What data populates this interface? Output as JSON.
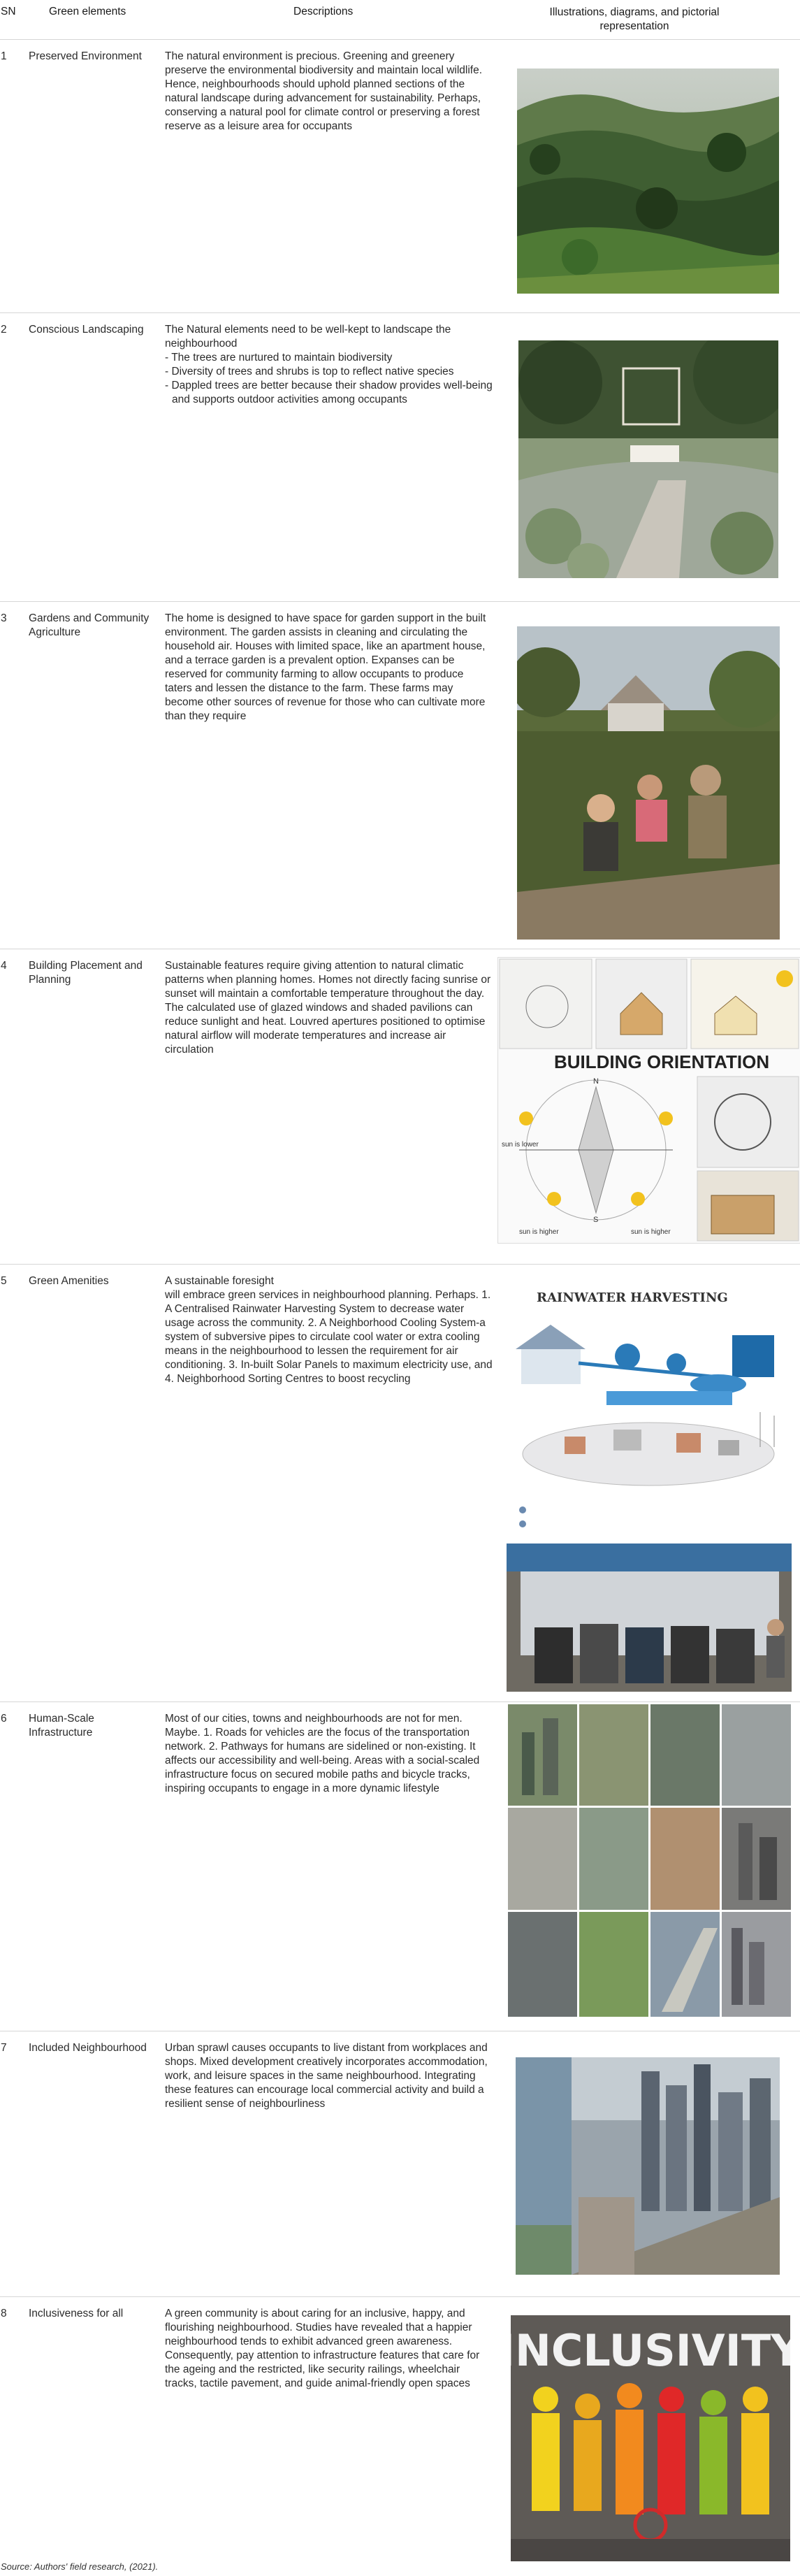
{
  "header": {
    "sn": "SN",
    "element": "Green elements",
    "description": "Descriptions",
    "illustration": "Illustrations, diagrams, and pictorial representation"
  },
  "rows": [
    {
      "sn": "1",
      "element": "Preserved Environment",
      "description": [
        "The natural environment is precious. Greening and greenery preserve the environmental biodiversity and maintain local wildlife. Hence, neighbourhoods should uphold planned sections of the natural landscape during advancement for sustainability. Perhaps, conserving a natural pool for climate control or preserving a forest reserve as a leisure area for occupants"
      ]
    },
    {
      "sn": "2",
      "element": "Conscious Landscaping",
      "description": [
        "The Natural elements need to be well-kept to landscape the neighbourhood",
        "- The trees are nurtured to maintain biodiversity",
        "- Diversity of trees and shrubs is top to reflect native species",
        "- Dappled trees are better because their shadow provides well-being and supports outdoor activities among occupants"
      ]
    },
    {
      "sn": "3",
      "element": "Gardens and Community Agriculture",
      "description": [
        "The home is designed to have space for garden support in the built environment. The garden assists in cleaning and circulating the household air. Houses with limited space, like an apartment house, and a terrace garden is a prevalent option. Expanses can be reserved for community farming to allow occupants to produce taters and lessen the distance to the farm. These farms may become other sources of revenue for those who can cultivate more than they require"
      ]
    },
    {
      "sn": "4",
      "element": "Building Placement and Planning",
      "description": [
        "Sustainable features require giving attention to natural climatic patterns when planning homes. Homes not directly facing sunrise or sunset will maintain a comfortable temperature throughout the day. The calculated use of glazed windows and shaded pavilions can reduce sunlight and heat. Louvred apertures positioned to optimise natural airflow will moderate temperatures and increase air circulation"
      ],
      "figure_text": {
        "title": "BUILDING ORIENTATION",
        "sun_lower": "sun is lower",
        "sun_higher": "sun is higher",
        "north": "N",
        "south": "S"
      }
    },
    {
      "sn": "5",
      "element": "Green Amenities",
      "description": [
        "A sustainable foresight",
        "will embrace green services in neighbourhood planning. Perhaps. 1. A Centralised Rainwater Harvesting System to decrease water usage across the community. 2. A Neighborhood Cooling System-a system of subversive pipes to circulate cool water or extra cooling means in the neighbourhood to lessen the requirement for air conditioning. 3. In-built Solar Panels to maximum electricity use, and 4. Neighborhood Sorting Centres to boost recycling"
      ],
      "figure_text": {
        "title": "RAINWATER HARVESTING"
      }
    },
    {
      "sn": "6",
      "element": "Human-Scale Infrastructure",
      "description": [
        "Most of our cities, towns and neighbourhoods are not for men. Maybe. 1. Roads for vehicles are the focus of the transportation network. 2. Pathways for humans are sidelined or non-existing. It affects our accessibility and well-being. Areas with a social-scaled infrastructure focus on secured mobile paths and bicycle tracks, inspiring occupants to engage in a more dynamic lifestyle"
      ]
    },
    {
      "sn": "7",
      "element": "Included Neighbourhood",
      "description": [
        "Urban sprawl causes occupants to live distant from workplaces and shops. Mixed development creatively incorporates accommodation, work, and leisure spaces in the same neighbourhood. Integrating these features can encourage local commercial activity and build a resilient sense of neighbourliness"
      ]
    },
    {
      "sn": "8",
      "element": "Inclusiveness for all",
      "description": [
        "A green community is about caring for an inclusive, happy, and flourishing neighbourhood. Studies have revealed that a happier neighbourhood tends to exhibit advanced green awareness. Consequently, pay attention to infrastructure features that care for the ageing and the restricted, like security railings, wheelchair tracks, tactile pavement, and guide animal-friendly open spaces"
      ],
      "figure_text": {
        "title": "INCLUSIVITY"
      }
    }
  ],
  "source": "Source: Authors' field research, (2021)."
}
